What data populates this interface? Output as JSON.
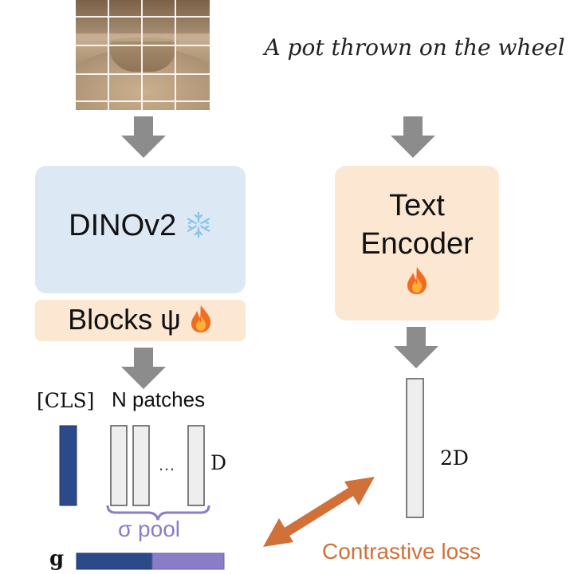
{
  "caption": "A pot thrown on the wheel",
  "image_encoder": {
    "label": "DINOv2",
    "frozen_icon": "snowflake-icon"
  },
  "blocks": {
    "label": "Blocks ψ",
    "trainable_icon": "fire-icon"
  },
  "text_encoder": {
    "label_line1": "Text",
    "label_line2": "Encoder",
    "trainable_icon": "fire-icon"
  },
  "tokens": {
    "cls_label": "[CLS]",
    "patches_label": "N patches",
    "dim_label": "D",
    "dots": "…"
  },
  "text_embedding": {
    "dim_label": "2D"
  },
  "pool": {
    "label": "σ pool"
  },
  "global_vector": {
    "label": "g"
  },
  "loss": {
    "label": "Contrastive loss"
  },
  "colors": {
    "image_encoder_bg": "#dde8f5",
    "trainable_bg": "#fbe7d2",
    "arrow_gray": "#8c8c8c",
    "cls_blue": "#2c4a8a",
    "pool_purple": "#8a7cc6",
    "loss_orange": "#d0713a"
  }
}
